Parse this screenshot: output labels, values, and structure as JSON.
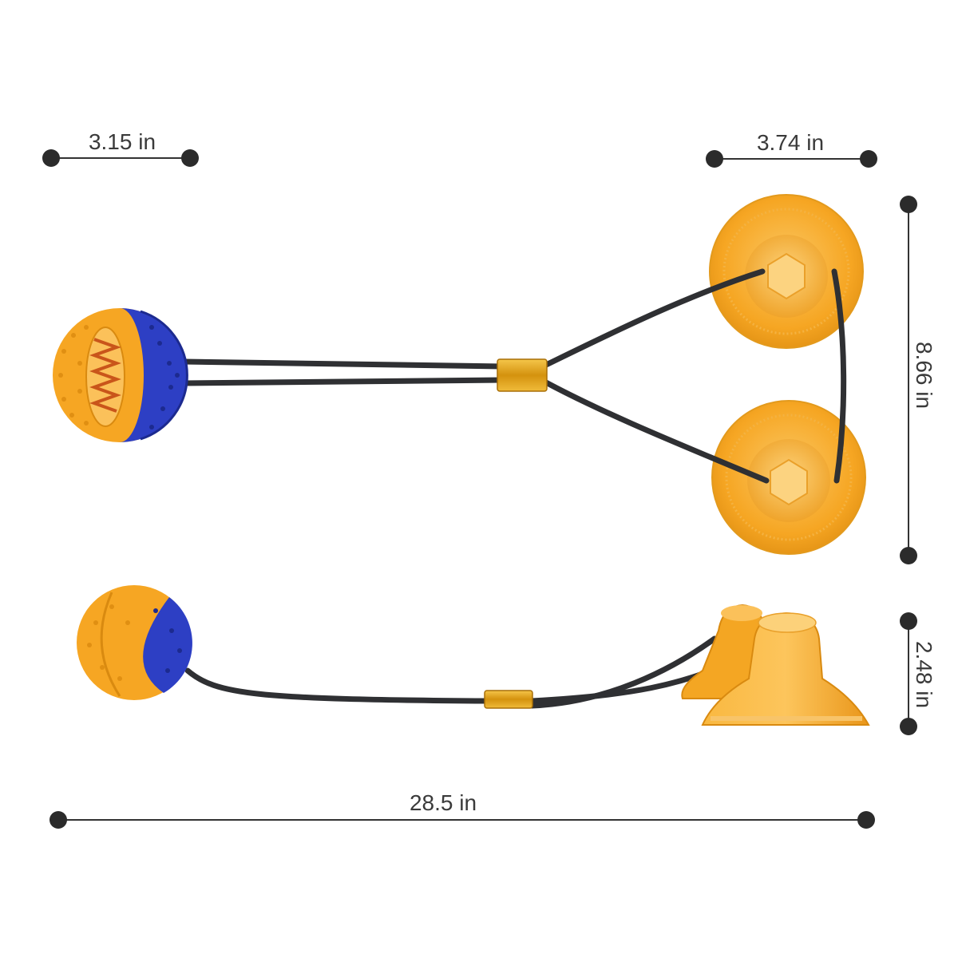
{
  "dimensions": {
    "ball_diameter": "3.15 in",
    "cup_diameter": "3.74 in",
    "top_height": "8.66 in",
    "side_height": "2.48 in",
    "total_length": "28.5 in"
  },
  "colors": {
    "background": "#ffffff",
    "measure_line": "#333333",
    "measure_dot": "#2b2b2b",
    "label_text": "#3a3a3a",
    "toy_orange": "#f6a623",
    "toy_orange_light": "#fbc15a",
    "toy_orange_dark": "#d98a10",
    "toy_blue": "#2d3fc4",
    "toy_blue_dark": "#1c2a8f",
    "rope": "#2f3033",
    "clasp_gold": "#e0a51c"
  },
  "icons": {
    "ball": "spiked-ball-toy",
    "suction_cup": "suction-cup",
    "rope": "rope-cord",
    "clasp": "metal-clasp"
  }
}
